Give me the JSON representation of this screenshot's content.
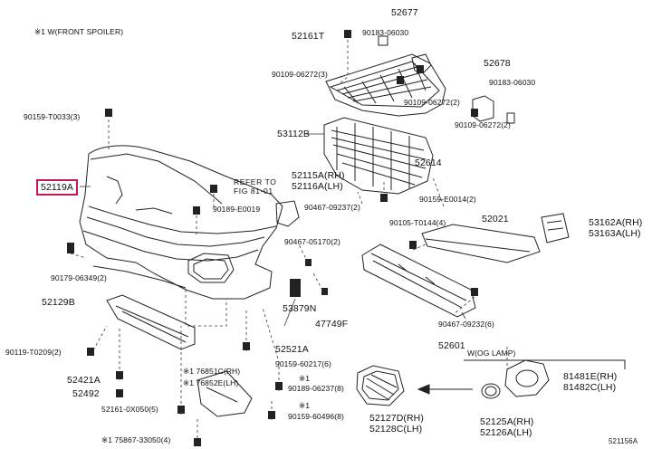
{
  "header_note": "※1 W(FRONT SPOILER)",
  "variant_note": "W(OG LAMP)",
  "footer_code": "521156A",
  "highlight_color": "#c2185b",
  "highlighted_part": "52119A",
  "parts": {
    "p52677": "52677",
    "p52161T": "52161T",
    "p90183_06030_a": "90183-06030",
    "p90109_06272_3": "90109-06272(3)",
    "p52678": "52678",
    "p90183_06030_b": "90183-06030",
    "p90109_06272_2a": "90109-06272(2)",
    "p90159_T0033": "90159-T0033(3)",
    "p53112B": "53112B",
    "p90109_06272_2b": "90109-06272(2)",
    "p52614": "52614",
    "p52119A": "52119A",
    "refer_line1": "REFER TO",
    "refer_line2": "FIG 81-01",
    "p52115A": "52115A(RH)",
    "p52116A": "52116A(LH)",
    "p90189_E0019": "90189-E0019",
    "p90467_09237": "90467-09237(2)",
    "p90159_E0014": "90159-E0014(2)",
    "p90105_T0144": "90105-T0144(4)",
    "p52021": "52021",
    "p53162A": "53162A(RH)",
    "p53163A": "53163A(LH)",
    "p90467_05170": "90467-05170(2)",
    "p90179_06349": "90179-06349(2)",
    "p52129B": "52129B",
    "p53879N": "53879N",
    "p47749F": "47749F",
    "p90467_09232": "90467-09232(6)",
    "p52601": "52601",
    "p90119_T0209": "90119-T0209(2)",
    "p52521A": "52521A",
    "p90159_60217": "90159-60217(6)",
    "p52421A": "52421A",
    "p52492": "52492",
    "p176851C": "※1 76851C(RH)",
    "p176852E": "※1 76852E(LH)",
    "p1_90189_06237": "※1\n90189-06237(8)",
    "p1_a": "※1",
    "p1_90189_06237_txt": "90189-06237(8)",
    "p1_b": "※1",
    "p1_90159_60496_txt": "90159-60496(8)",
    "p52161_0X050": "52161-0X050(5)",
    "p175867": "※1 75867-33050(4)",
    "p52127D": "52127D(RH)",
    "p52128C": "52128C(LH)",
    "p52125A": "52125A(RH)",
    "p52126A": "52126A(LH)",
    "p81481E": "81481E(RH)",
    "p81482C": "81482C(LH)"
  }
}
